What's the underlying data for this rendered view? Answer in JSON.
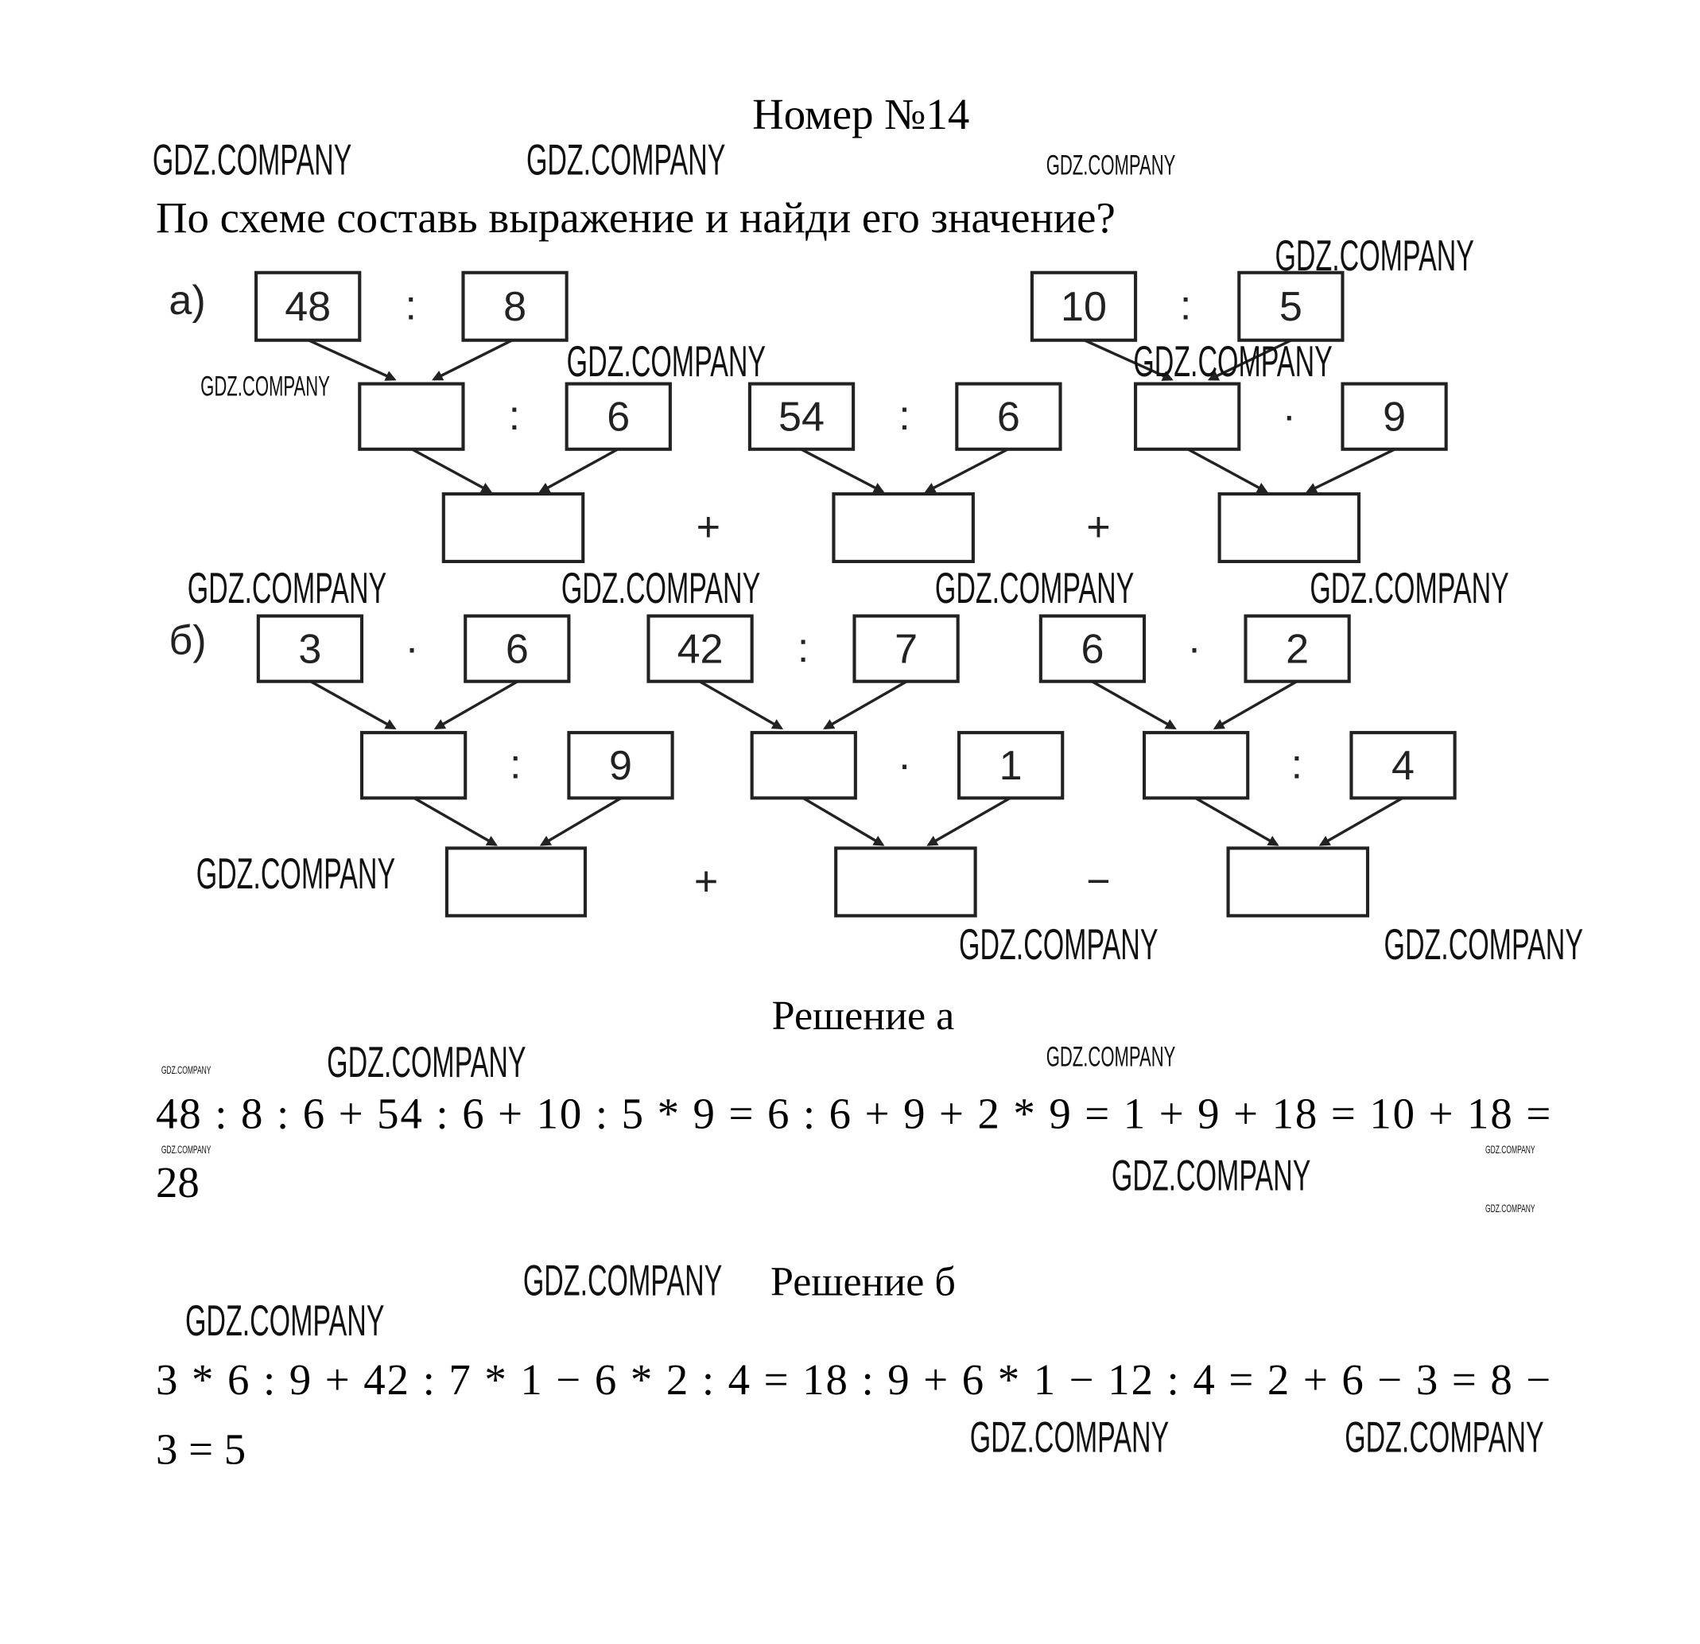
{
  "title": "Номер №14",
  "question": "По схеме составь выражение и найди его значение?",
  "diagram": {
    "a": {
      "label": "а)",
      "top": [
        "48",
        ":",
        "8",
        "10",
        ":",
        "5"
      ],
      "middle": [
        "",
        ":",
        "6",
        "54",
        ":",
        "6",
        "",
        "·",
        "9"
      ],
      "bottom": [
        "",
        "+",
        "",
        "+",
        ""
      ]
    },
    "b": {
      "label": "б)",
      "top": [
        "3",
        "·",
        "6",
        "42",
        ":",
        "7",
        "6",
        "·",
        "2"
      ],
      "middle": [
        "",
        ":",
        "9",
        "",
        "·",
        "1",
        "",
        ":",
        "4"
      ],
      "bottom": [
        "",
        "+",
        "",
        "−",
        ""
      ]
    }
  },
  "solution_a": {
    "heading": "Решение а",
    "line1": "48 : 8 : 6 + 54 : 6 + 10 : 5 * 9 = 6 : 6 + 9 + 2 * 9 = 1 + 9 + 18 = 10 + 18 =",
    "line2": "28"
  },
  "solution_b": {
    "heading": "Решение б",
    "line1": "3 * 6 : 9 + 42 : 7 * 1 − 6 * 2 : 4 = 18 : 9 + 6 * 1 − 12 : 4 = 2 + 6 − 3 = 8 −",
    "line2": "3 = 5"
  },
  "watermark": "GDZ.COMPANY"
}
